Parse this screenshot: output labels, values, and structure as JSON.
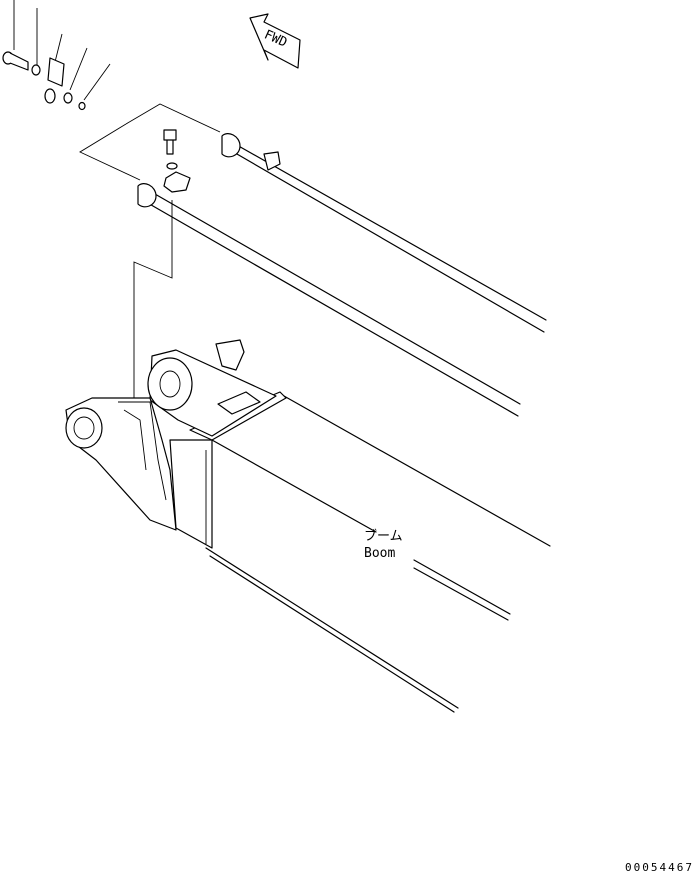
{
  "direction_arrow": {
    "label": "FWD"
  },
  "boom_label": {
    "japanese": "ブーム",
    "english": "Boom"
  },
  "drawing_number": "00054467"
}
